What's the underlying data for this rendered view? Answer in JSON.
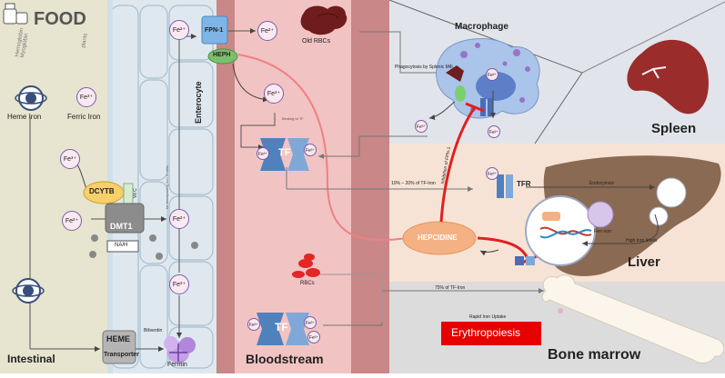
{
  "food": {
    "title": "FOOD",
    "source_heme": "Hemoglobin Myoglobin",
    "source_plants": "plants",
    "heme_iron": "Heme Iron",
    "ferric_iron": "Ferric Iron"
  },
  "ions": {
    "fe2": "Fe²⁺",
    "fe3": "Fe³⁺"
  },
  "intestine": {
    "enterocyte": "Enterocyte",
    "dcytb": "DCYTB",
    "vitc": "Vit C",
    "dmt1": "DMT1",
    "nah": "NA/H",
    "heme": "HEME",
    "transporter": "Transporter",
    "biliverdin": "Biliverdin",
    "ferritin": "Ferritin",
    "label": "Intestinal",
    "vertical_note": "for transporting iron to villis"
  },
  "bloodstream": {
    "fpn1": "FPN-1",
    "heph": "HEPH",
    "old_rbcs": "Old RBCs",
    "tf": "TF",
    "binding_note": "Binding to TF",
    "rbcs": "RBCs",
    "label": "Bloodstream"
  },
  "spleen": {
    "macrophage": "Macrophage",
    "phagocytosis": "Phagocytosis by Splenic MΦ",
    "label": "Spleen"
  },
  "liver": {
    "inhibition": "Inhibition of FPN-1",
    "tf_percent": "10% – 20% of TF-Iron",
    "tfr": "TFR",
    "endocytosis": "Endocytosis",
    "ferritin_iron": "Ferr iron",
    "high_iron": "High Iron levels",
    "hepcidine": "HEPCIDINE",
    "label": "Liver"
  },
  "marrow": {
    "tf_percent": "75% of TF-Iron",
    "rapid": "Rapid Iron Uptake",
    "erythropoiesis": "Erythropoiesis",
    "label": "Bone marrow"
  },
  "colors": {
    "food_bg": "#e7e4cf",
    "enterocyte_bg": "#dfe8ef",
    "blood_bg": "#f2c3c3",
    "vessel_wall": "#c98787",
    "spleen_bg": "#e1e4ea",
    "liver_bg": "#f7e3d6",
    "marrow_bg": "#dcdcdc",
    "hepcidine": "#f4b183",
    "inhibit": "#e02020",
    "erythro": "#e60000"
  }
}
